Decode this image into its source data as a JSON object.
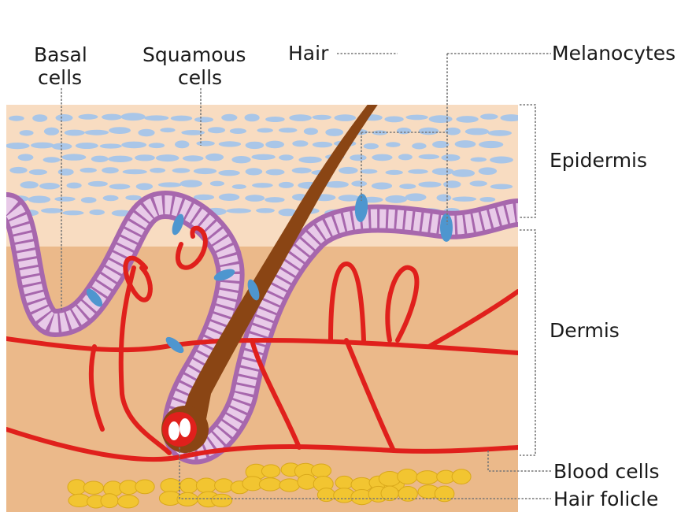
{
  "diagram": {
    "labels": {
      "basal_line1": "Basal",
      "basal_line2": "cells",
      "squamous_line1": "Squamous",
      "squamous_line2": "cells",
      "hair": "Hair",
      "melanocytes": "Melanocytes",
      "epidermis": "Epidermis",
      "dermis": "Dermis",
      "blood_cells": "Blood cells",
      "hair_follicle": "Hair folicle"
    },
    "colors": {
      "epidermis": "#f8dcc1",
      "dermis": "#ebb98a",
      "squamous_cell": "#a9c6e8",
      "basal_layer": "#a767ad",
      "basal_cell": "#e8cae8",
      "melanocyte": "#4e96cf",
      "hair": "#8a4514",
      "blood_vessel": "#e0201c",
      "fat_cell": "#f2c531",
      "leader_line": "#777777"
    }
  }
}
